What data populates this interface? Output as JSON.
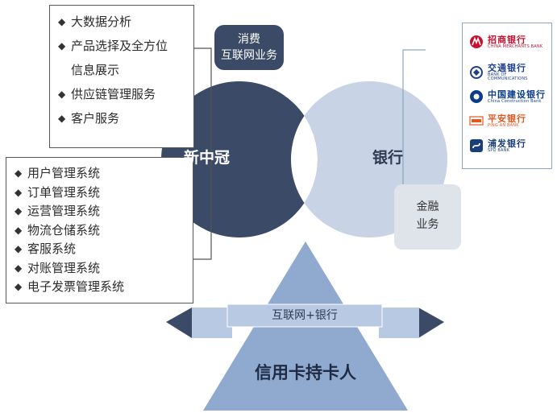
{
  "left_list": [
    "大数据分析",
    "产品选择及全方位",
    "信息展示",
    "供应链管理服务",
    "客户服务"
  ],
  "left_list_bullets": [
    true,
    true,
    false,
    true,
    true
  ],
  "bottom_list": [
    "用户管理系统",
    "订单管理系统",
    "运营管理系统",
    "物流仓储系统",
    "客服系统",
    "对账管理系统",
    "电子发票管理系统"
  ],
  "bullet_symbol": "◆",
  "top_pill": {
    "line1": "消费",
    "line2": "互联网业务"
  },
  "finance_pill": {
    "line1": "金融",
    "line2": "业务"
  },
  "left_circle_label": "新中冠",
  "right_circle_label": "银行",
  "banner_label": "互联网+银行",
  "triangle_label": "信用卡持卡人",
  "banks": [
    {
      "cn": "招商银行",
      "en": "CHINA MERCHANTS BANK",
      "color": "#c8102e",
      "icon": "cmb-logo-icon"
    },
    {
      "cn": "交通银行",
      "en": "BANK OF COMMUNICATIONS",
      "color": "#1d3f8f",
      "icon": "bocom-logo-icon"
    },
    {
      "cn": "中国建设银行",
      "en": "China Construction Bank",
      "color": "#0a3d8a",
      "icon": "ccb-logo-icon"
    },
    {
      "cn": "平安银行",
      "en": "PING AN BANK",
      "color": "#e4571f",
      "icon": "pingan-logo-icon"
    },
    {
      "cn": "浦发银行",
      "en": "SPD BANK",
      "color": "#1a3e7a",
      "icon": "spd-logo-icon"
    }
  ],
  "colors": {
    "dark_navy": "#3b4a66",
    "light_blue": "#c8d3e6",
    "triangle_blue": "#8fa9cf",
    "banner_blue": "#b8c9e3"
  }
}
